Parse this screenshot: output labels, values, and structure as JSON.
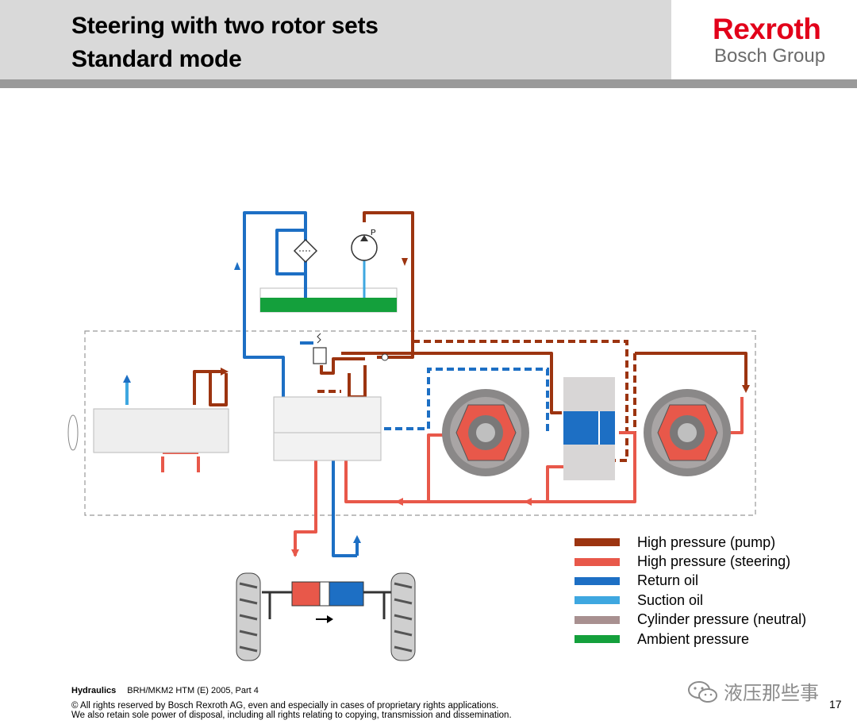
{
  "header": {
    "title_line1": "Steering with two rotor sets",
    "title_line2": "Standard mode",
    "logo_brand": "Rexroth",
    "logo_group": "Bosch Group"
  },
  "diagram": {
    "pump_label": "P"
  },
  "legend": {
    "items": [
      {
        "label": "High pressure (pump)",
        "color": "#9c3410"
      },
      {
        "label": "High pressure (steering)",
        "color": "#e8584a"
      },
      {
        "label": "Return oil",
        "color": "#1d6fc4"
      },
      {
        "label": "Suction oil",
        "color": "#3ea7e0"
      },
      {
        "label": "Cylinder pressure (neutral)",
        "color": "#a89090"
      },
      {
        "label": "Ambient pressure",
        "color": "#14a03c"
      }
    ]
  },
  "footer": {
    "hydraulics": "Hydraulics",
    "doc_ref": "BRH/MKM2  HTM (E) 2005, Part 4",
    "copyright_line1": "© All rights reserved by Bosch Rexroth AG, even and especially in cases of proprietary rights applications.",
    "copyright_line2": "We also retain sole power of disposal, including all rights relating to copying, transmission and dissemination.",
    "page_number": "17"
  },
  "watermark": {
    "text": "液压那些事",
    "icon": "wechat-icon"
  }
}
